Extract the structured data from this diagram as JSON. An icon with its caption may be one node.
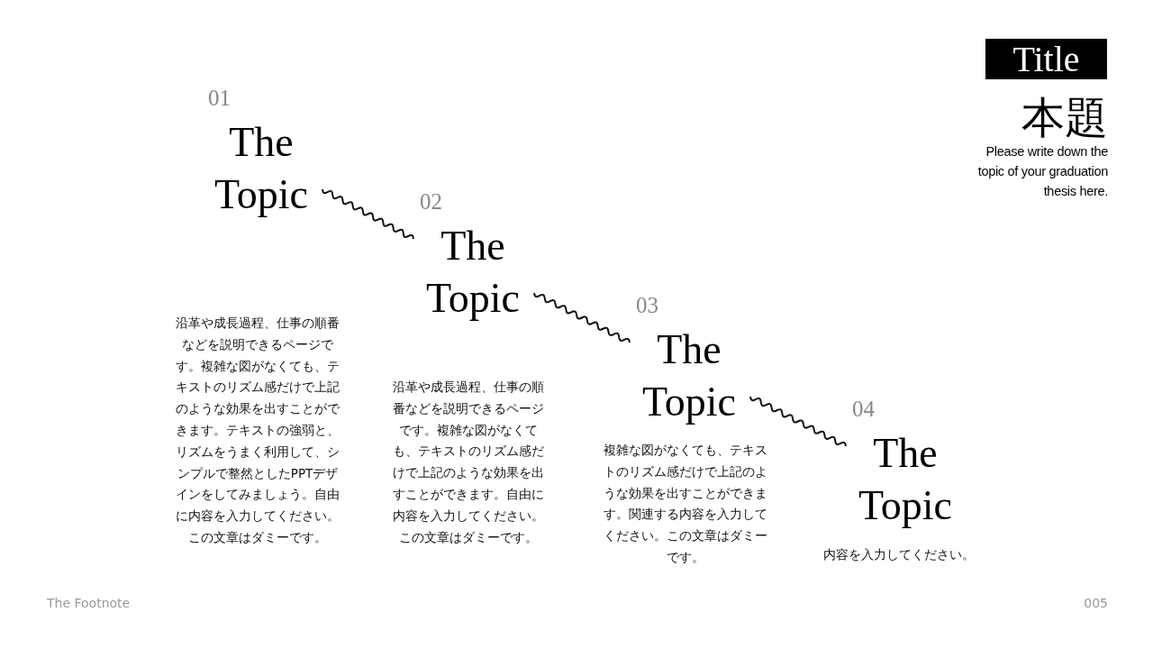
{
  "diagram": {
    "title": "Title",
    "nodes": [
      {
        "text": [
          "01",
          "The Topic"
        ]
      },
      {
        "text": [
          "02",
          "The Topic"
        ]
      },
      {
        "text": [
          "03",
          "The Topic"
        ]
      },
      {
        "text": [
          "04",
          "The Topic"
        ]
      }
    ],
    "edges": [
      {
        "from": 0,
        "to": 1,
        "arrow": "none"
      },
      {
        "from": 1,
        "to": 2,
        "arrow": "none"
      },
      {
        "from": 2,
        "to": 3,
        "arrow": "none"
      }
    ],
    "labels": [
      "本題",
      "Please write down the topic of your graduation thesis here.",
      "沿革や成長過程、仕事の順番などを説明できるページです。複雑な図がなくても、テキストのリズム感だけで上記のような効果を出すことができます。テキストの強弱と、リズムをうまく利用して、シンプルで整然としたPPTデザインをしてみましょう。自由に内容を入力してください。この文章はダミーです。",
      "沿革や成長過程、仕事の順番などを説明できるページです。複雑な図がなくても、テキストのリズム感だけで上記のような効果を出すことができます。自由に内容を入力してください。この文章はダミーです。",
      "複雑な図がなくても、テキストのリズム感だけで上記のような効果を出すことができます。関連する内容を入力してください。この文章はダミーです。",
      "内容を入力してください。",
      "The Footnote",
      "005"
    ]
  }
}
